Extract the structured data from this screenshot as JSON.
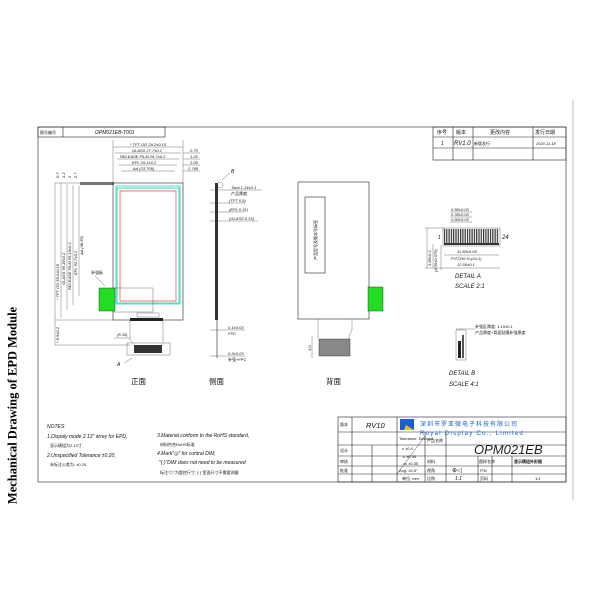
{
  "page": {
    "side_title": "Mechanical Drawing of EPD Module"
  },
  "header": {
    "drawing_no_label": "图号编号",
    "drawing_no": "OPM021EB-T001"
  },
  "revision_table": {
    "headers": [
      "序号",
      "版本",
      "更改内容",
      "发行日期"
    ],
    "rows": [
      [
        "1",
        "RV1.0",
        "新版发行",
        "2020.11.18"
      ]
    ]
  },
  "front_view": {
    "label": "正面",
    "top_dims": [
      "* TFT OD 29.2±0.15",
      "GLASS 27.7±0.2",
      "RELEASE FILM 26.7±0.2",
      "EPL 25.1±0.2",
      "AA (23.705)"
    ],
    "top_offsets": [
      "0.75",
      "1.25",
      "2.05",
      "2.748"
    ],
    "left_dims": [
      "* TFT OD 59.2±0.15",
      "GLASS 55.15±0.2",
      "RELEASE FILM 55.15±0.2",
      "EPL 52.7±0.2",
      "AA (48.55)"
    ],
    "left_offsets": [
      "0.7",
      "1.2",
      "2",
      "2.7"
    ],
    "bottom_dim": "* 8.5±0.2",
    "fpc_dim": "(8.35)",
    "stiffener_label": "补强板",
    "detail_a_marker": "A"
  },
  "side_view": {
    "label": "侧面",
    "detail_b_marker": "B",
    "total": "Total 1.14±0.1",
    "total_sub": "产品厚度",
    "layers": [
      "(TFT 0.5)",
      "(EPL 0.31)",
      "(GLASS 0.33)"
    ],
    "fpc_thickness": "0.1±0.03",
    "fpc_label": "FPC",
    "stiffener_thickness": "0.3±0.03",
    "stiffener_label": "补强+FPC"
  },
  "back_view": {
    "label": "背面",
    "sticker": "产品型号及版本号标签",
    "hatch_dim": "4.0"
  },
  "detail_a": {
    "dims_top": [
      "0.50±0.03",
      "0.35±0.03",
      "0.50±0.03"
    ],
    "pin_first": "1",
    "pin_last": "24",
    "dim_inner": "11.50±0.05",
    "pitch": "PITCH0.5×(24-1)",
    "dim_outer": "12.50±0.1",
    "dims_left": [
      "3.85±0.2",
      "(4.35±0.075)"
    ],
    "title": "DETAIL A",
    "scale": "SCALE 2:1"
  },
  "detail_b": {
    "note": "补强区厚度: 1.19±0.1",
    "note2": "产品厚度+背面贴膜补强厚度",
    "title": "DETAIL B",
    "scale": "SCALE 4:1"
  },
  "notes": {
    "title": "NOTES:",
    "items": [
      "1.Dispaly mode 2.13\" arrey for EPD,",
      "显示模组为2.13寸,",
      "2.Unspecified Tolerance ±0.20,",
      "未标注公差为: ±0.20,",
      "3.Material conform to the RoHS standard,",
      "材料符合RoHS标准",
      "4.Mark\"◎\" for contral DIM,",
      "\"( )\"DIM does not need to be measured",
      "标注\"◎\"为管控尺寸,\"( )\"里面尺寸不需要测量"
    ]
  },
  "title_block": {
    "row_labels": [
      "版本",
      "设计",
      "审核",
      "批准"
    ],
    "version": "RV10",
    "company_cn": "深圳市罗亚微电子科技有限公司",
    "company_en": "Royal Display Co., Limited",
    "logo_text": "RY",
    "tolerance_title": "Tolerance: Decimal",
    "tolerance_rows": [
      "x  ±0.4",
      ".x  ±0.30",
      ".xx  ±0.05",
      "Ang.  ±0.5°"
    ],
    "unit": "单位: mm",
    "product_name_label": "产品名称",
    "product_name": "OPM021EB",
    "material_label": "材料",
    "drawing_name_label": "图样名称",
    "drawing_name": "显示模组外形图",
    "view_label": "视角",
    "view_symbol": "⊕◁",
    "scale_label": "比例",
    "scale": "1:1",
    "part_label": "P/N",
    "sheet_label": "页码",
    "sheet": "1/1",
    "colors": {
      "logo_blue": "#1a5fd6",
      "logo_yellow": "#e5c21a"
    }
  },
  "colors": {
    "green_pad": "#22dd22",
    "panel_green": "#33e0a0",
    "aa_red": "#e04040",
    "cyan": "#70e0f0"
  }
}
